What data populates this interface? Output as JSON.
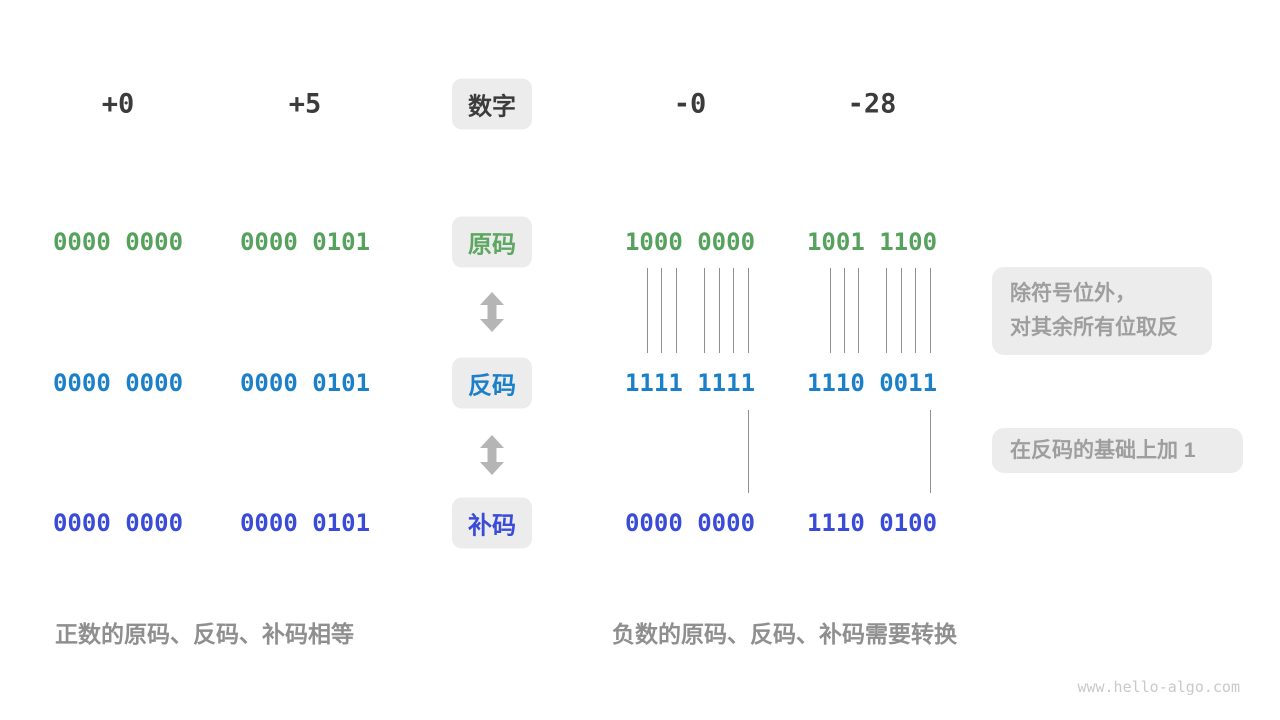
{
  "header": {
    "cols": [
      "+0",
      "+5",
      "-0",
      "-28"
    ],
    "label": "数字"
  },
  "rows": {
    "sign_magnitude": {
      "label": "原码",
      "values": [
        "0000 0000",
        "0000 0101",
        "1000 0000",
        "1001 1100"
      ]
    },
    "ones_complement": {
      "label": "反码",
      "values": [
        "0000 0000",
        "0000 0101",
        "1111 1111",
        "1110 0011"
      ]
    },
    "twos_complement": {
      "label": "补码",
      "values": [
        "0000 0000",
        "0000 0101",
        "0000 0000",
        "1110 0100"
      ]
    }
  },
  "annotations": {
    "invert_line1": "除符号位外，",
    "invert_line2": "对其余所有位取反",
    "add_one": "在反码的基础上加 1"
  },
  "captions": {
    "positive": "正数的原码、反码、补码相等",
    "negative": "负数的原码、反码、补码需要转换"
  },
  "watermark": "www.hello-algo.com",
  "colors": {
    "sign_magnitude_green": "#56a15c",
    "ones_complement_blue": "#1c80c9",
    "twos_complement_indigo": "#3a4bd8",
    "label_box_bg": "#ececec",
    "header_text": "#3b3b3b",
    "annotation_text": "#9e9e9e",
    "caption_text": "#8f8f8f",
    "arrow_gray": "#b5b5b5",
    "connector_line": "#8f8f8f",
    "watermark_text": "#c9c9c9"
  }
}
